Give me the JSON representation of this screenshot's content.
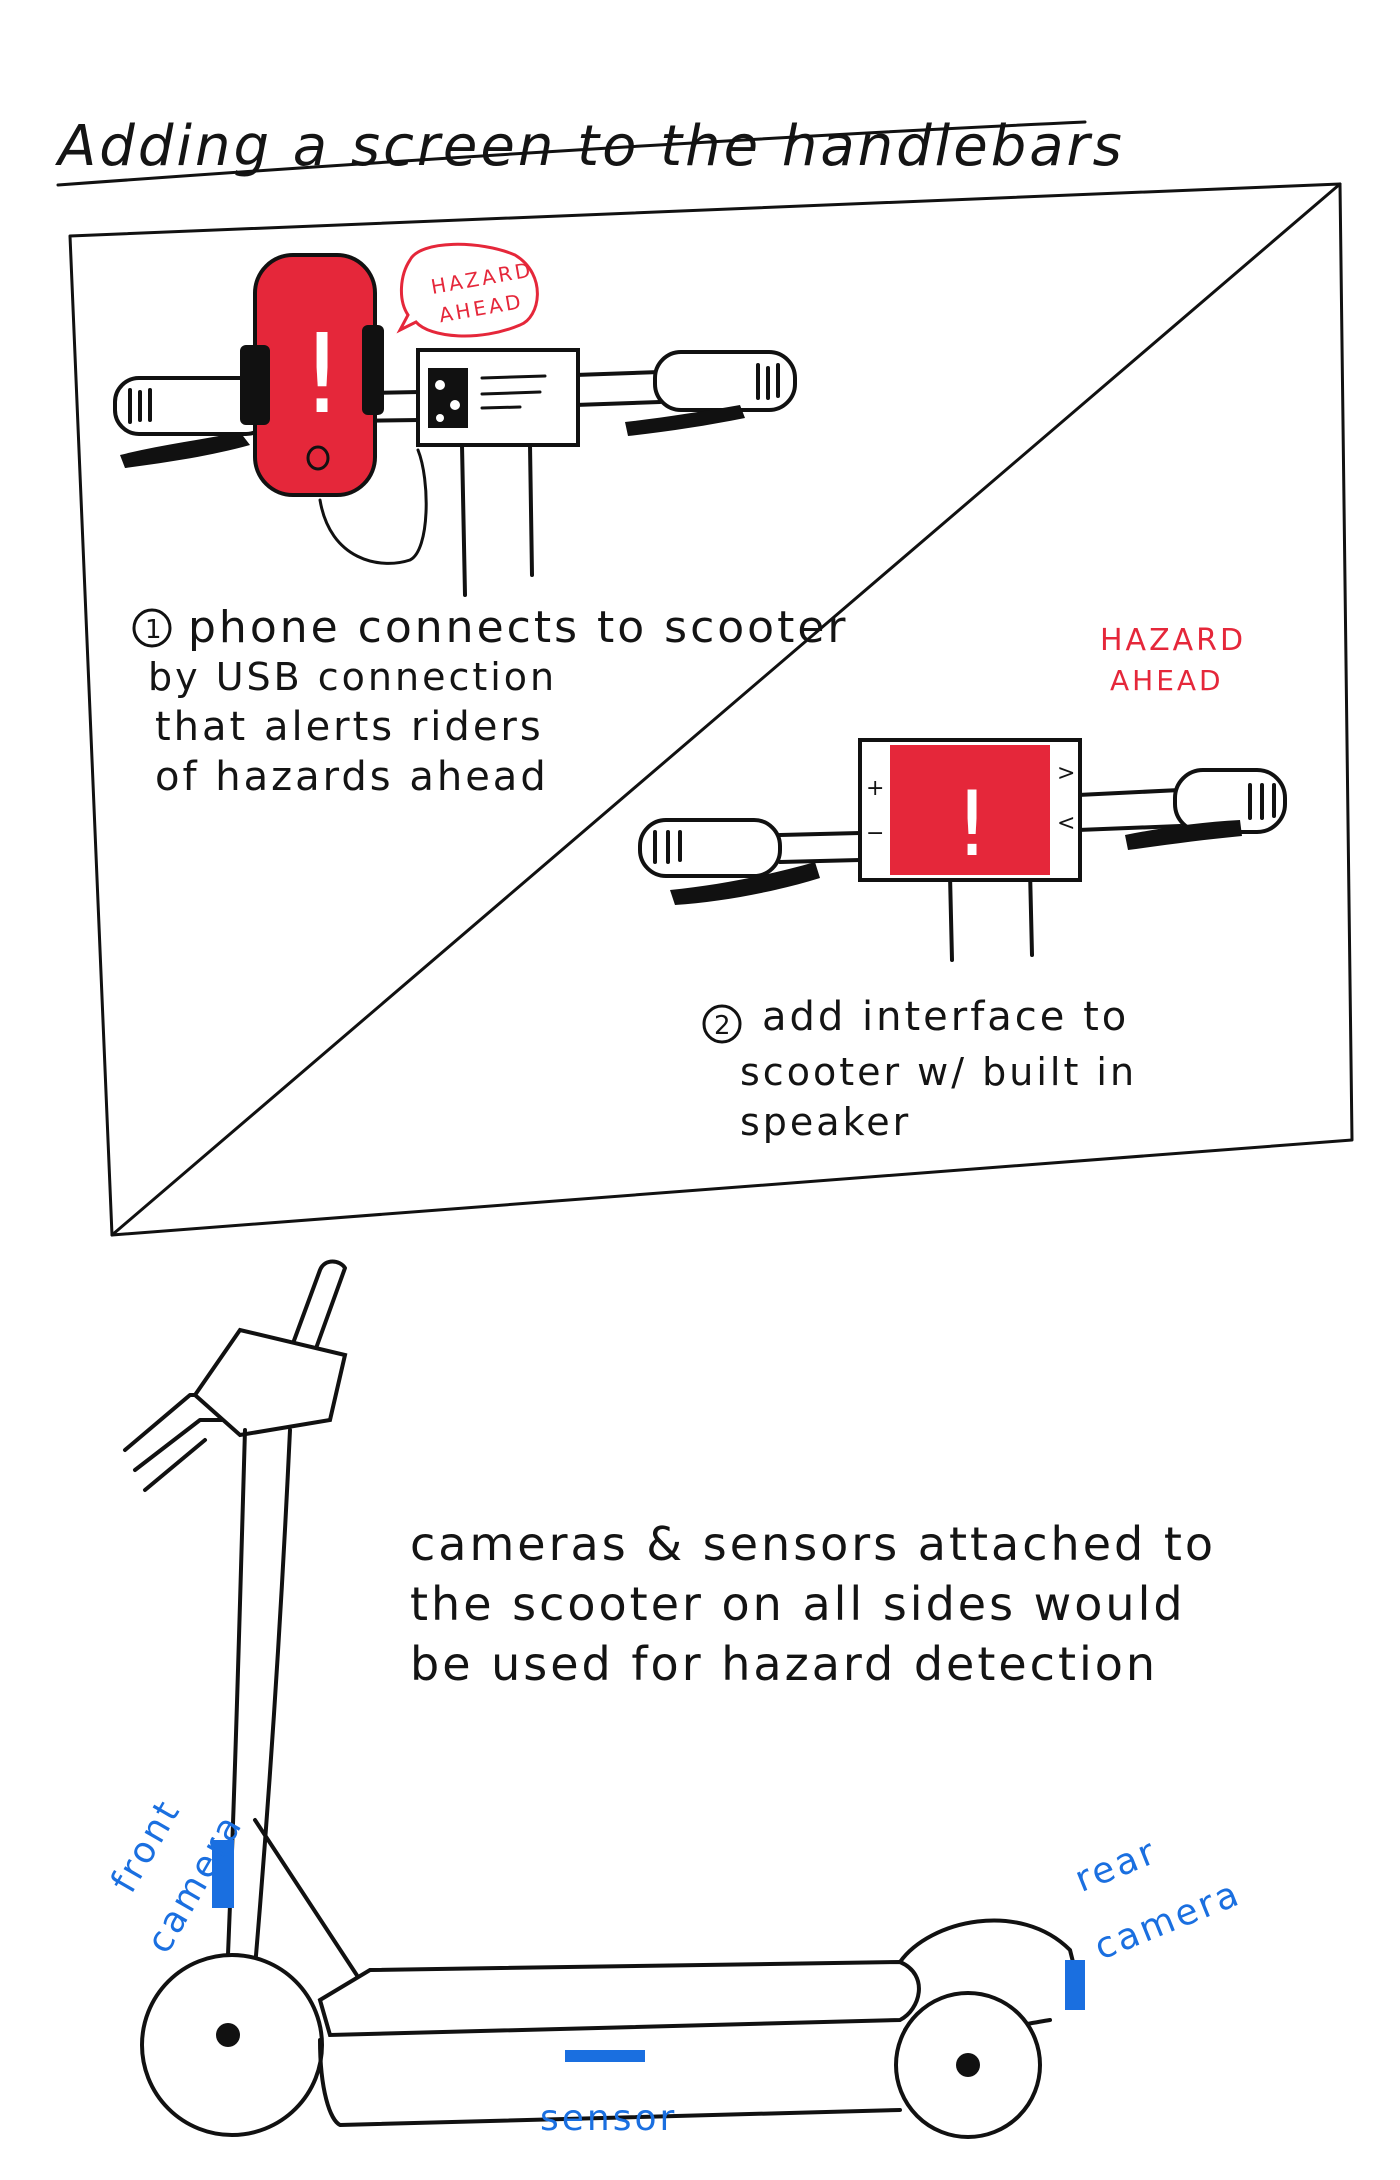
{
  "title": "Adding a screen to the handlebars",
  "panel": {
    "option1": {
      "badge": "1",
      "lines": [
        "phone  connects to scooter",
        "by USB connection",
        "that alerts riders",
        "of hazards ahead"
      ],
      "alert_lines": [
        "HAZARD",
        "AHEAD"
      ],
      "alert_glyph": "!"
    },
    "option2": {
      "badge": "2",
      "lines": [
        "add interface to",
        "scooter w/ built in",
        "speaker"
      ],
      "alert_lines": [
        "HAZARD",
        "AHEAD"
      ],
      "alert_glyph": "!",
      "controls": {
        "plus": "+",
        "minus": "−",
        "next": ">",
        "prev": "<"
      }
    }
  },
  "caption_lines": [
    "cameras & sensors attached to",
    "the scooter on all sides would",
    "be used for hazard detection"
  ],
  "labels": {
    "front_camera": [
      "front",
      "camera"
    ],
    "rear_camera": [
      "rear",
      "camera"
    ],
    "sensor": "sensor"
  },
  "colors": {
    "ink": "#141414",
    "alert_red": "#e5273a",
    "device_blue": "#1a6fe0"
  }
}
